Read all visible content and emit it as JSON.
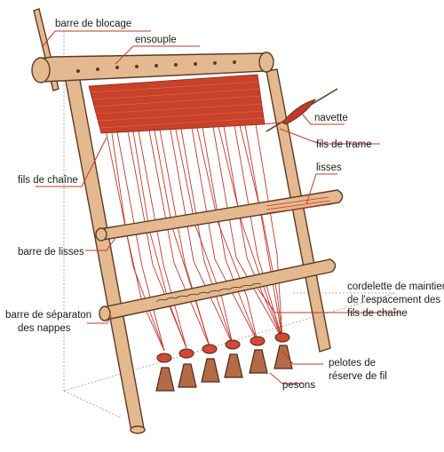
{
  "labels": {
    "barre_blocage": "barre de blocage",
    "ensouple": "ensouple",
    "navette": "navette",
    "fils_trame": "fils de trame",
    "fils_chaine": "fils de chaîne",
    "lisses": "lisses",
    "barre_lisses": "barre de lisses",
    "cordelette_1": "cordelette de maintien",
    "cordelette_2": "de l'espacement des",
    "cordelette_3": "fils de chaîne",
    "barre_separation_1": "barre de séparaton",
    "barre_separation_2": "des nappes",
    "pelotes_1": "pelotes de",
    "pelotes_2": "réserve de fil",
    "pesons": "pesons"
  },
  "colors": {
    "wood": "#e5b98f",
    "outline": "#5a3a22",
    "thread": "#c0392b",
    "weight": "#b56a47"
  }
}
